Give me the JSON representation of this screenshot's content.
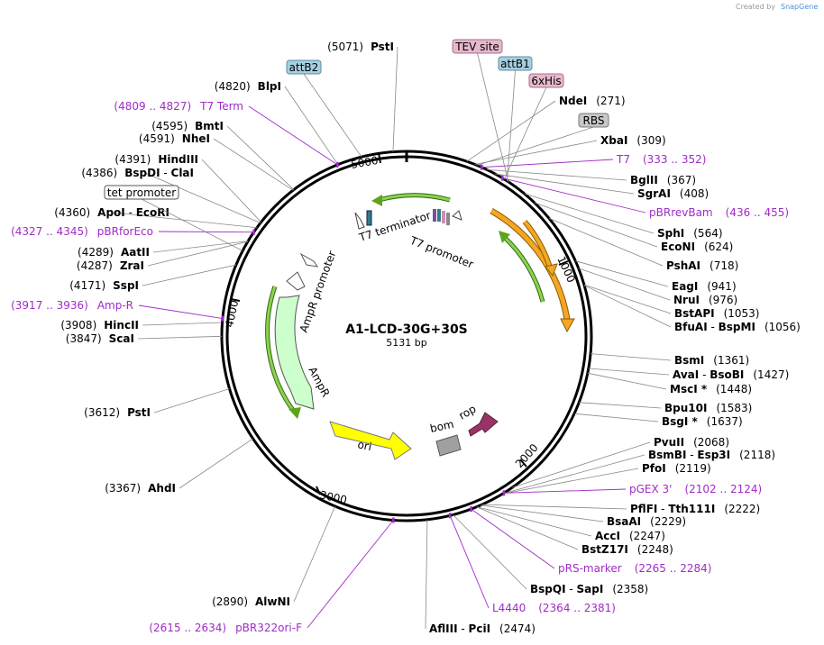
{
  "credit": {
    "text": "Created by",
    "brand": "SnapGene"
  },
  "plasmid": {
    "name": "A1-LCD-30G+30S",
    "length_label": "5131 bp",
    "length": 5131
  },
  "ticks": [
    "1000",
    "2000",
    "3000",
    "4000",
    "5000"
  ],
  "enzymes": [
    {
      "id": "psti1",
      "name": "PstI",
      "pos": "(5071)"
    },
    {
      "id": "blpi",
      "name": "BlpI",
      "pos": "(4820)"
    },
    {
      "id": "bmti",
      "name": "BmtI",
      "pos": "(4595)"
    },
    {
      "id": "nhei",
      "name": "NheI",
      "pos": "(4591)"
    },
    {
      "id": "hindiii",
      "name": "HindIII",
      "pos": "(4391)"
    },
    {
      "id": "bspdi",
      "name": "BspDI",
      "sep": "-",
      "name2": "ClaI",
      "pos": "(4386)"
    },
    {
      "id": "apoi",
      "name": "ApoI",
      "sep": "-",
      "name2": "EcoRI",
      "pos": "(4360)"
    },
    {
      "id": "aatii",
      "name": "AatII",
      "pos": "(4289)"
    },
    {
      "id": "zrai",
      "name": "ZraI",
      "pos": "(4287)"
    },
    {
      "id": "sspi",
      "name": "SspI",
      "pos": "(4171)"
    },
    {
      "id": "hincii",
      "name": "HincII",
      "pos": "(3908)"
    },
    {
      "id": "scai",
      "name": "ScaI",
      "pos": "(3847)"
    },
    {
      "id": "psti2",
      "name": "PstI",
      "pos": "(3612)"
    },
    {
      "id": "ahdi",
      "name": "AhdI",
      "pos": "(3367)"
    },
    {
      "id": "alwni",
      "name": "AlwNI",
      "pos": "(2890)"
    },
    {
      "id": "afliii",
      "name": "AflIII",
      "sep": "-",
      "name2": "PciI",
      "pos": "(2474)"
    },
    {
      "id": "bspqi",
      "name": "BspQI",
      "sep": "-",
      "name2": "SapI",
      "pos": "(2358)"
    },
    {
      "id": "bstz17i",
      "name": "BstZ17I",
      "pos": "(2248)"
    },
    {
      "id": "acci",
      "name": "AccI",
      "pos": "(2247)"
    },
    {
      "id": "bsaai",
      "name": "BsaAI",
      "pos": "(2229)"
    },
    {
      "id": "pflfi",
      "name": "PflFI",
      "sep": "-",
      "name2": "Tth111I",
      "pos": "(2222)"
    },
    {
      "id": "pfoi",
      "name": "PfoI",
      "pos": "(2119)"
    },
    {
      "id": "bsmbi",
      "name": "BsmBI",
      "sep": "-",
      "name2": "Esp3I",
      "pos": "(2118)"
    },
    {
      "id": "pvuii",
      "name": "PvuII",
      "pos": "(2068)"
    },
    {
      "id": "bsgi",
      "name": "BsgI *",
      "pos": "(1637)"
    },
    {
      "id": "bpu10i",
      "name": "Bpu10I",
      "pos": "(1583)"
    },
    {
      "id": "msci",
      "name": "MscI *",
      "pos": "(1448)"
    },
    {
      "id": "avai",
      "name": "AvaI",
      "sep": "-",
      "name2": "BsoBI",
      "pos": "(1427)"
    },
    {
      "id": "bsmi",
      "name": "BsmI",
      "pos": "(1361)"
    },
    {
      "id": "bfuai",
      "name": "BfuAI",
      "sep": "-",
      "name2": "BspMI",
      "pos": "(1056)"
    },
    {
      "id": "bstapi",
      "name": "BstAPI",
      "pos": "(1053)"
    },
    {
      "id": "nrui",
      "name": "NruI",
      "pos": "(976)"
    },
    {
      "id": "eagi",
      "name": "EagI",
      "pos": "(941)"
    },
    {
      "id": "pshai",
      "name": "PshAI",
      "pos": "(718)"
    },
    {
      "id": "econi",
      "name": "EcoNI",
      "pos": "(624)"
    },
    {
      "id": "sphi",
      "name": "SphI",
      "pos": "(564)"
    },
    {
      "id": "sgrai",
      "name": "SgrAI",
      "pos": "(408)"
    },
    {
      "id": "bglii",
      "name": "BglII",
      "pos": "(367)"
    },
    {
      "id": "xbai",
      "name": "XbaI",
      "pos": "(309)"
    },
    {
      "id": "ndei",
      "name": "NdeI",
      "pos": "(271)"
    }
  ],
  "primers": [
    {
      "id": "t7term",
      "name": "T7 Term",
      "range": "(4809 .. 4827)"
    },
    {
      "id": "pbrforeco",
      "name": "pBRforEco",
      "range": "(4327 .. 4345)"
    },
    {
      "id": "ampr",
      "name": "Amp-R",
      "range": "(3917 .. 3936)"
    },
    {
      "id": "pbr322ori",
      "name": "pBR322ori-F",
      "range": "(2615 .. 2634)"
    },
    {
      "id": "l4440",
      "name": "L4440",
      "range": "(2364 .. 2381)"
    },
    {
      "id": "prsmarker",
      "name": "pRS-marker",
      "range": "(2265 .. 2284)"
    },
    {
      "id": "pgex3",
      "name": "pGEX 3'",
      "range": "(2102 .. 2124)"
    },
    {
      "id": "pbrrevbam",
      "name": "pBRrevBam",
      "range": "(436 .. 455)"
    },
    {
      "id": "t7",
      "name": "T7",
      "range": "(333 .. 352)"
    }
  ],
  "boxes": [
    {
      "id": "tevsite",
      "text": "TEV site",
      "color": "#e6b8cc"
    },
    {
      "id": "attb1",
      "text": "attB1",
      "color": "#a6cfe0"
    },
    {
      "id": "attb2",
      "text": "attB2",
      "color": "#a6cfe0"
    },
    {
      "id": "sixhis",
      "text": "6xHis",
      "color": "#e6b8cc"
    },
    {
      "id": "rbs",
      "text": "RBS",
      "color": "#c8c8c8"
    },
    {
      "id": "tetpromoter",
      "text": "tet promoter",
      "color": "#ffffff"
    }
  ],
  "features": {
    "t7_terminator": "T7 terminator",
    "t7_promoter": "T7 promoter",
    "ampr_promoter": "AmpR promoter",
    "ampr": "AmpR",
    "ori": "ori",
    "bom": "bom",
    "rop": "rop"
  },
  "colors": {
    "primer": "#a02bc8",
    "ori": "#ffff00",
    "ampr": "#ccffcc",
    "rop": "#993366",
    "bom": "#a0a0a0",
    "orange": "#f5a623",
    "green": "#5ea31b"
  }
}
